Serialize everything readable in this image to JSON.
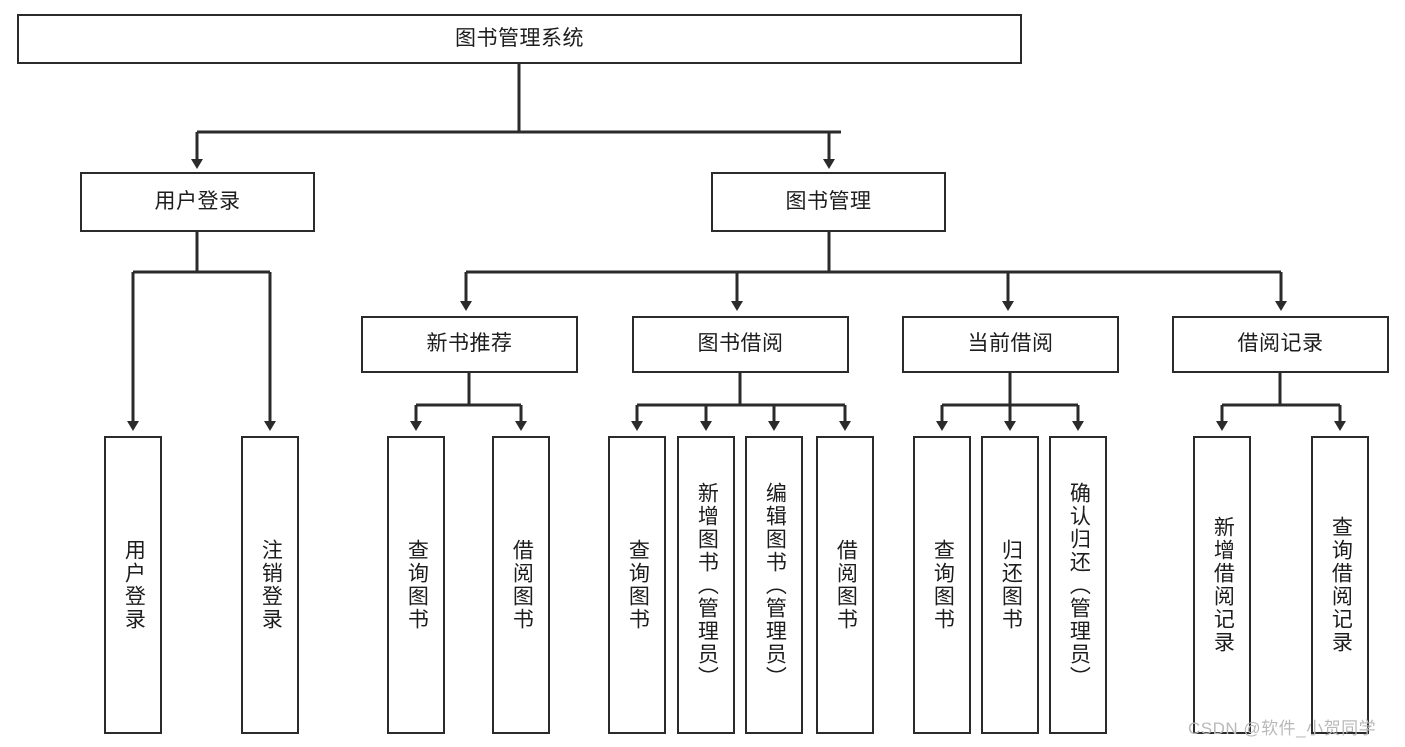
{
  "diagram": {
    "title": "图书管理系统",
    "type": "hierarchy-tree",
    "root": {
      "label": "图书管理系统"
    },
    "level2": [
      {
        "label": "用户登录"
      },
      {
        "label": "图书管理"
      }
    ],
    "level3": [
      {
        "label": "新书推荐"
      },
      {
        "label": "图书借阅"
      },
      {
        "label": "当前借阅"
      },
      {
        "label": "借阅记录"
      }
    ],
    "leaves": {
      "user_login": [
        {
          "label": "用户登录"
        },
        {
          "label": "注销登录"
        }
      ],
      "new_book_recommend": [
        {
          "label": "查询图书"
        },
        {
          "label": "借阅图书"
        }
      ],
      "book_borrow": [
        {
          "label": "查询图书"
        },
        {
          "label": "新增图书（管理员）"
        },
        {
          "label": "编辑图书（管理员）"
        },
        {
          "label": "借阅图书"
        }
      ],
      "current_borrow": [
        {
          "label": "查询图书"
        },
        {
          "label": "归还图书"
        },
        {
          "label": "确认归还（管理员）"
        }
      ],
      "borrow_record": [
        {
          "label": "新增借阅记录"
        },
        {
          "label": "查询借阅记录"
        }
      ]
    }
  },
  "watermark": {
    "text": "CSDN @软件_小贺同学"
  },
  "colors": {
    "stroke": "#2b2b2b",
    "text": "#1d1d1d",
    "background": "#ffffff",
    "watermark": "#b9b9b9"
  }
}
